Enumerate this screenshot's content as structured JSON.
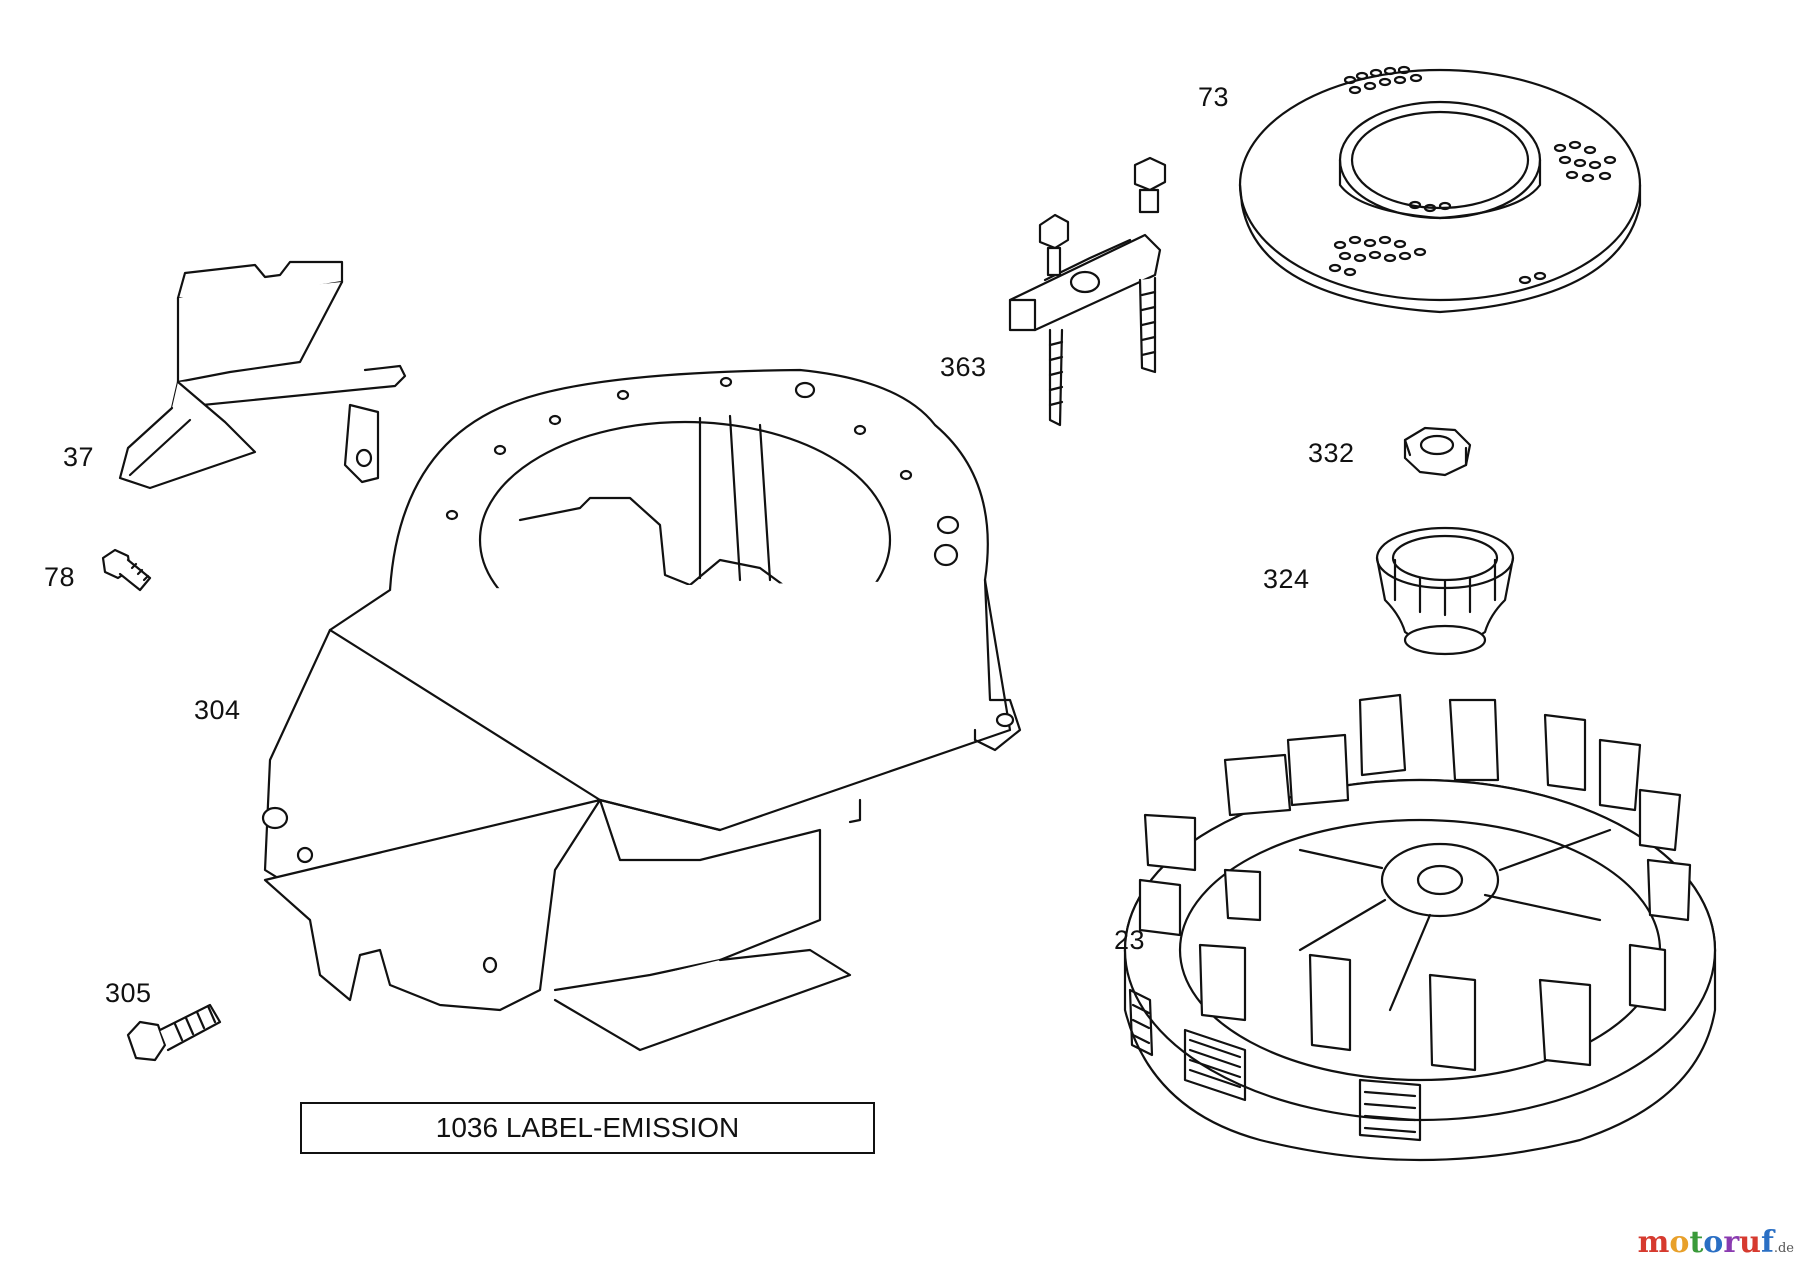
{
  "diagram": {
    "labels": {
      "p73": "73",
      "p363": "363",
      "p37": "37",
      "p332": "332",
      "p78": "78",
      "p324": "324",
      "p304": "304",
      "p23": "23",
      "p305": "305"
    },
    "callout_text": "1036 LABEL-EMISSION",
    "watermark": {
      "main": "motoruf",
      "suffix": ".de"
    }
  },
  "colors": {
    "ink": "#111111",
    "watermark_letters": [
      "#d63a2f",
      "#e8a02a",
      "#3a9a3a",
      "#2a6fc4",
      "#8a3ab0",
      "#d63a2f",
      "#2a6fc4"
    ]
  },
  "icons": {
    "deflector": "shield-deflector-icon",
    "bolt": "hex-bolt-icon",
    "housing": "blower-housing-icon",
    "bracket": "brake-bracket-icon",
    "screen": "rotating-screen-icon",
    "nut": "hex-nut-icon",
    "cup": "starter-cup-icon",
    "flywheel": "flywheel-icon"
  }
}
